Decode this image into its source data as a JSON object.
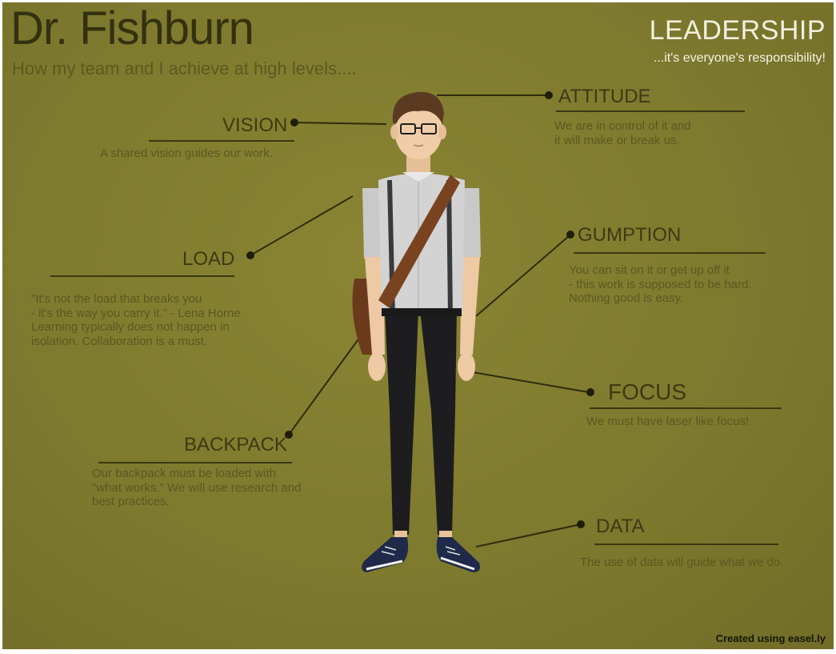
{
  "header": {
    "title": "Dr. Fishburn",
    "subtitle": "How my team and I achieve at high levels....",
    "leadership_title": "LEADERSHIP",
    "leadership_subtitle": "...it's everyone's responsibility!"
  },
  "items": {
    "vision": {
      "heading": "VISION",
      "text": "A shared vision guides our work."
    },
    "load": {
      "heading": "LOAD",
      "text": "\"It's not the load that breaks you\n- it's the way you carry it.\" - Lena Horne\nLearning typically does not happen in\nisolation. Collaboration is a must."
    },
    "backpack": {
      "heading": "BACKPACK",
      "text": "Our backpack must be loaded with\n\"what works.\" We will use research and\nbest practices."
    },
    "attitude": {
      "heading": "ATTITUDE",
      "text": "We are in control of it and\nit will make or break us."
    },
    "gumption": {
      "heading": "GUMPTION",
      "text": "You can sit on it or get up off it\n - this work is supposed to be hard.\nNothing good is easy."
    },
    "focus": {
      "heading": "FOCUS",
      "text": "We must have laser like focus!"
    },
    "data": {
      "heading": "DATA",
      "text": "The use of data will guide what we do."
    }
  },
  "footer": {
    "credit": "Created using easel.ly"
  },
  "colors": {
    "background": "#807c2f",
    "heading": "#3c3a13",
    "body_text": "#5b5822",
    "leadership": "#f2f0df"
  }
}
